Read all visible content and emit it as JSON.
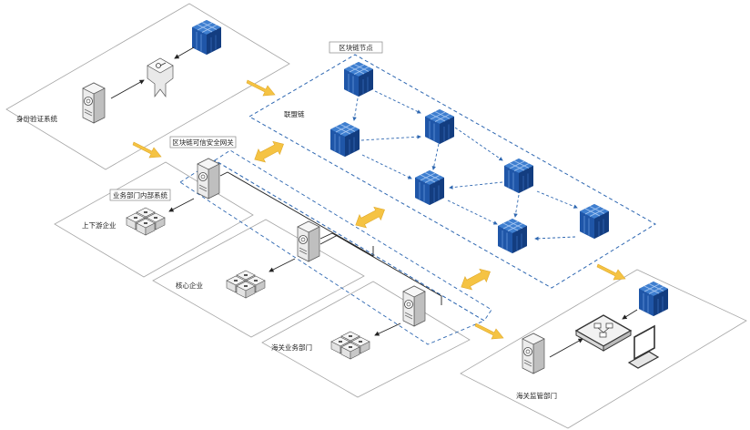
{
  "labels": {
    "identity_system": "身份验证系统",
    "blockchain_node": "区块链节点",
    "consortium_chain": "联盟链",
    "secure_gateway": "区块链可信安全网关",
    "internal_system": "业务部门内部系统",
    "upstream_downstream": "上下游企业",
    "core_enterprise": "核心企业",
    "customs_business": "海关业务部门",
    "customs_supervision": "海关监管部门"
  },
  "colors": {
    "node_blue": "#1f4e9c",
    "node_dark": "#123a78",
    "server_gray": "#d9d9d9",
    "arrow_yellow": "#f5c343",
    "dashed_blue": "#2e67b1",
    "panel_stroke": "#9a9a9a"
  },
  "icons": {
    "blockchain_node": "blue-cube-cluster-icon",
    "server": "tower-server-icon",
    "enterprise": "building-cluster-icon",
    "supervision_device": "network-device-icon",
    "monitor": "monitor-icon",
    "identity_device": "authentication-device-icon"
  }
}
